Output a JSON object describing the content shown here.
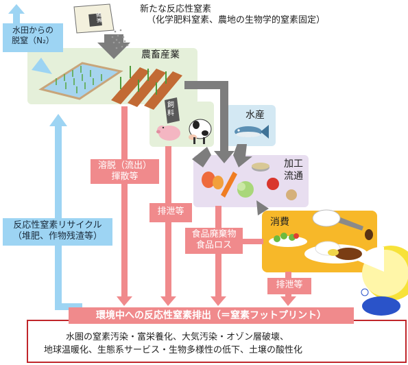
{
  "new_nitrogen": {
    "line1": "新たな反応性窒素",
    "line2": "（化学肥料窒素、農地の生物学的窒素固定）"
  },
  "fertilizer_bag": "窒素",
  "paddy_denitrification": {
    "line1": "水田からの",
    "line2": "脱窒（N₂）"
  },
  "livestock_agriculture": "農畜産業",
  "feed": "飼料",
  "fisheries": "水産",
  "processing": {
    "line1": "加工",
    "line2": "流通"
  },
  "consumption": "消費",
  "leaching": {
    "line1": "溶脱（流出）",
    "line2": "揮散等"
  },
  "excretion_livestock": "排泄等",
  "food_waste": {
    "line1": "食品廃棄物",
    "line2": "食品ロス"
  },
  "excretion_human": "排泄等",
  "recycle": {
    "line1": "反応性窒素リサイクル",
    "line2": "（堆肥、作物残渣等）"
  },
  "emission_title": "環境中への反応性窒素排出（＝窒素フットプリント）",
  "impacts": {
    "line1": "水圏の窒素汚染・富栄養化、大気汚染・オゾン層破壊、",
    "line2": "地球温暖化、生態系サービス・生物多様性の低下、土壌の酸性化"
  },
  "colors": {
    "pink": "#f08a8c",
    "blue": "#9dd4f3",
    "green_bg": "#e5f0da",
    "purple_bg": "#e8def0",
    "gold": "#f7b829",
    "red_border": "#c0252a",
    "gray_arrow": "#7d7d7d"
  }
}
